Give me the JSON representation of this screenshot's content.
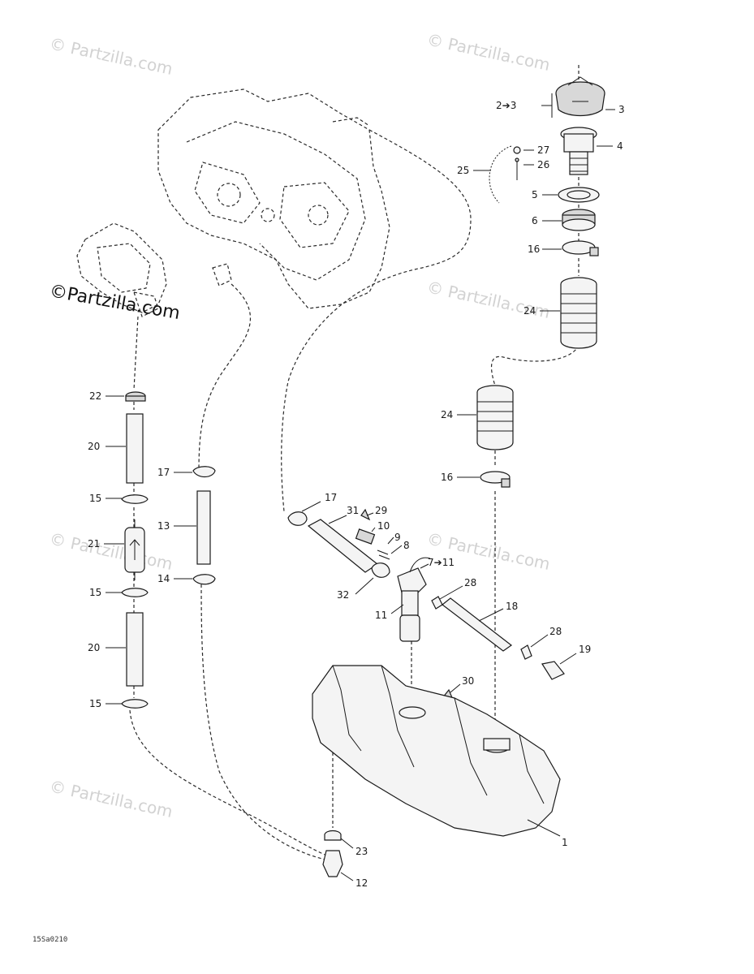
{
  "watermark": {
    "text": "© Partzilla.com",
    "main_text": "©Partzilla.com"
  },
  "drawing_code": "15Sa0210",
  "labels": {
    "l1": "1",
    "l2_3": "2➔3",
    "l3": "3",
    "l4": "4",
    "l5": "5",
    "l6": "6",
    "l7_11": "7➔11",
    "l8": "8",
    "l9": "9",
    "l10": "10",
    "l11": "11",
    "l12": "12",
    "l13": "13",
    "l14": "14",
    "l15a": "15",
    "l15b": "15",
    "l15c": "15",
    "l16a": "16",
    "l16b": "16",
    "l17a": "17",
    "l17b": "17",
    "l18": "18",
    "l19": "19",
    "l20a": "20",
    "l20b": "20",
    "l21": "21",
    "l22": "22",
    "l23": "23",
    "l24a": "24",
    "l24b": "24",
    "l25": "25",
    "l26": "26",
    "l27": "27",
    "l28a": "28",
    "l28b": "28",
    "l29": "29",
    "l30": "30",
    "l31": "31",
    "l32": "32"
  }
}
